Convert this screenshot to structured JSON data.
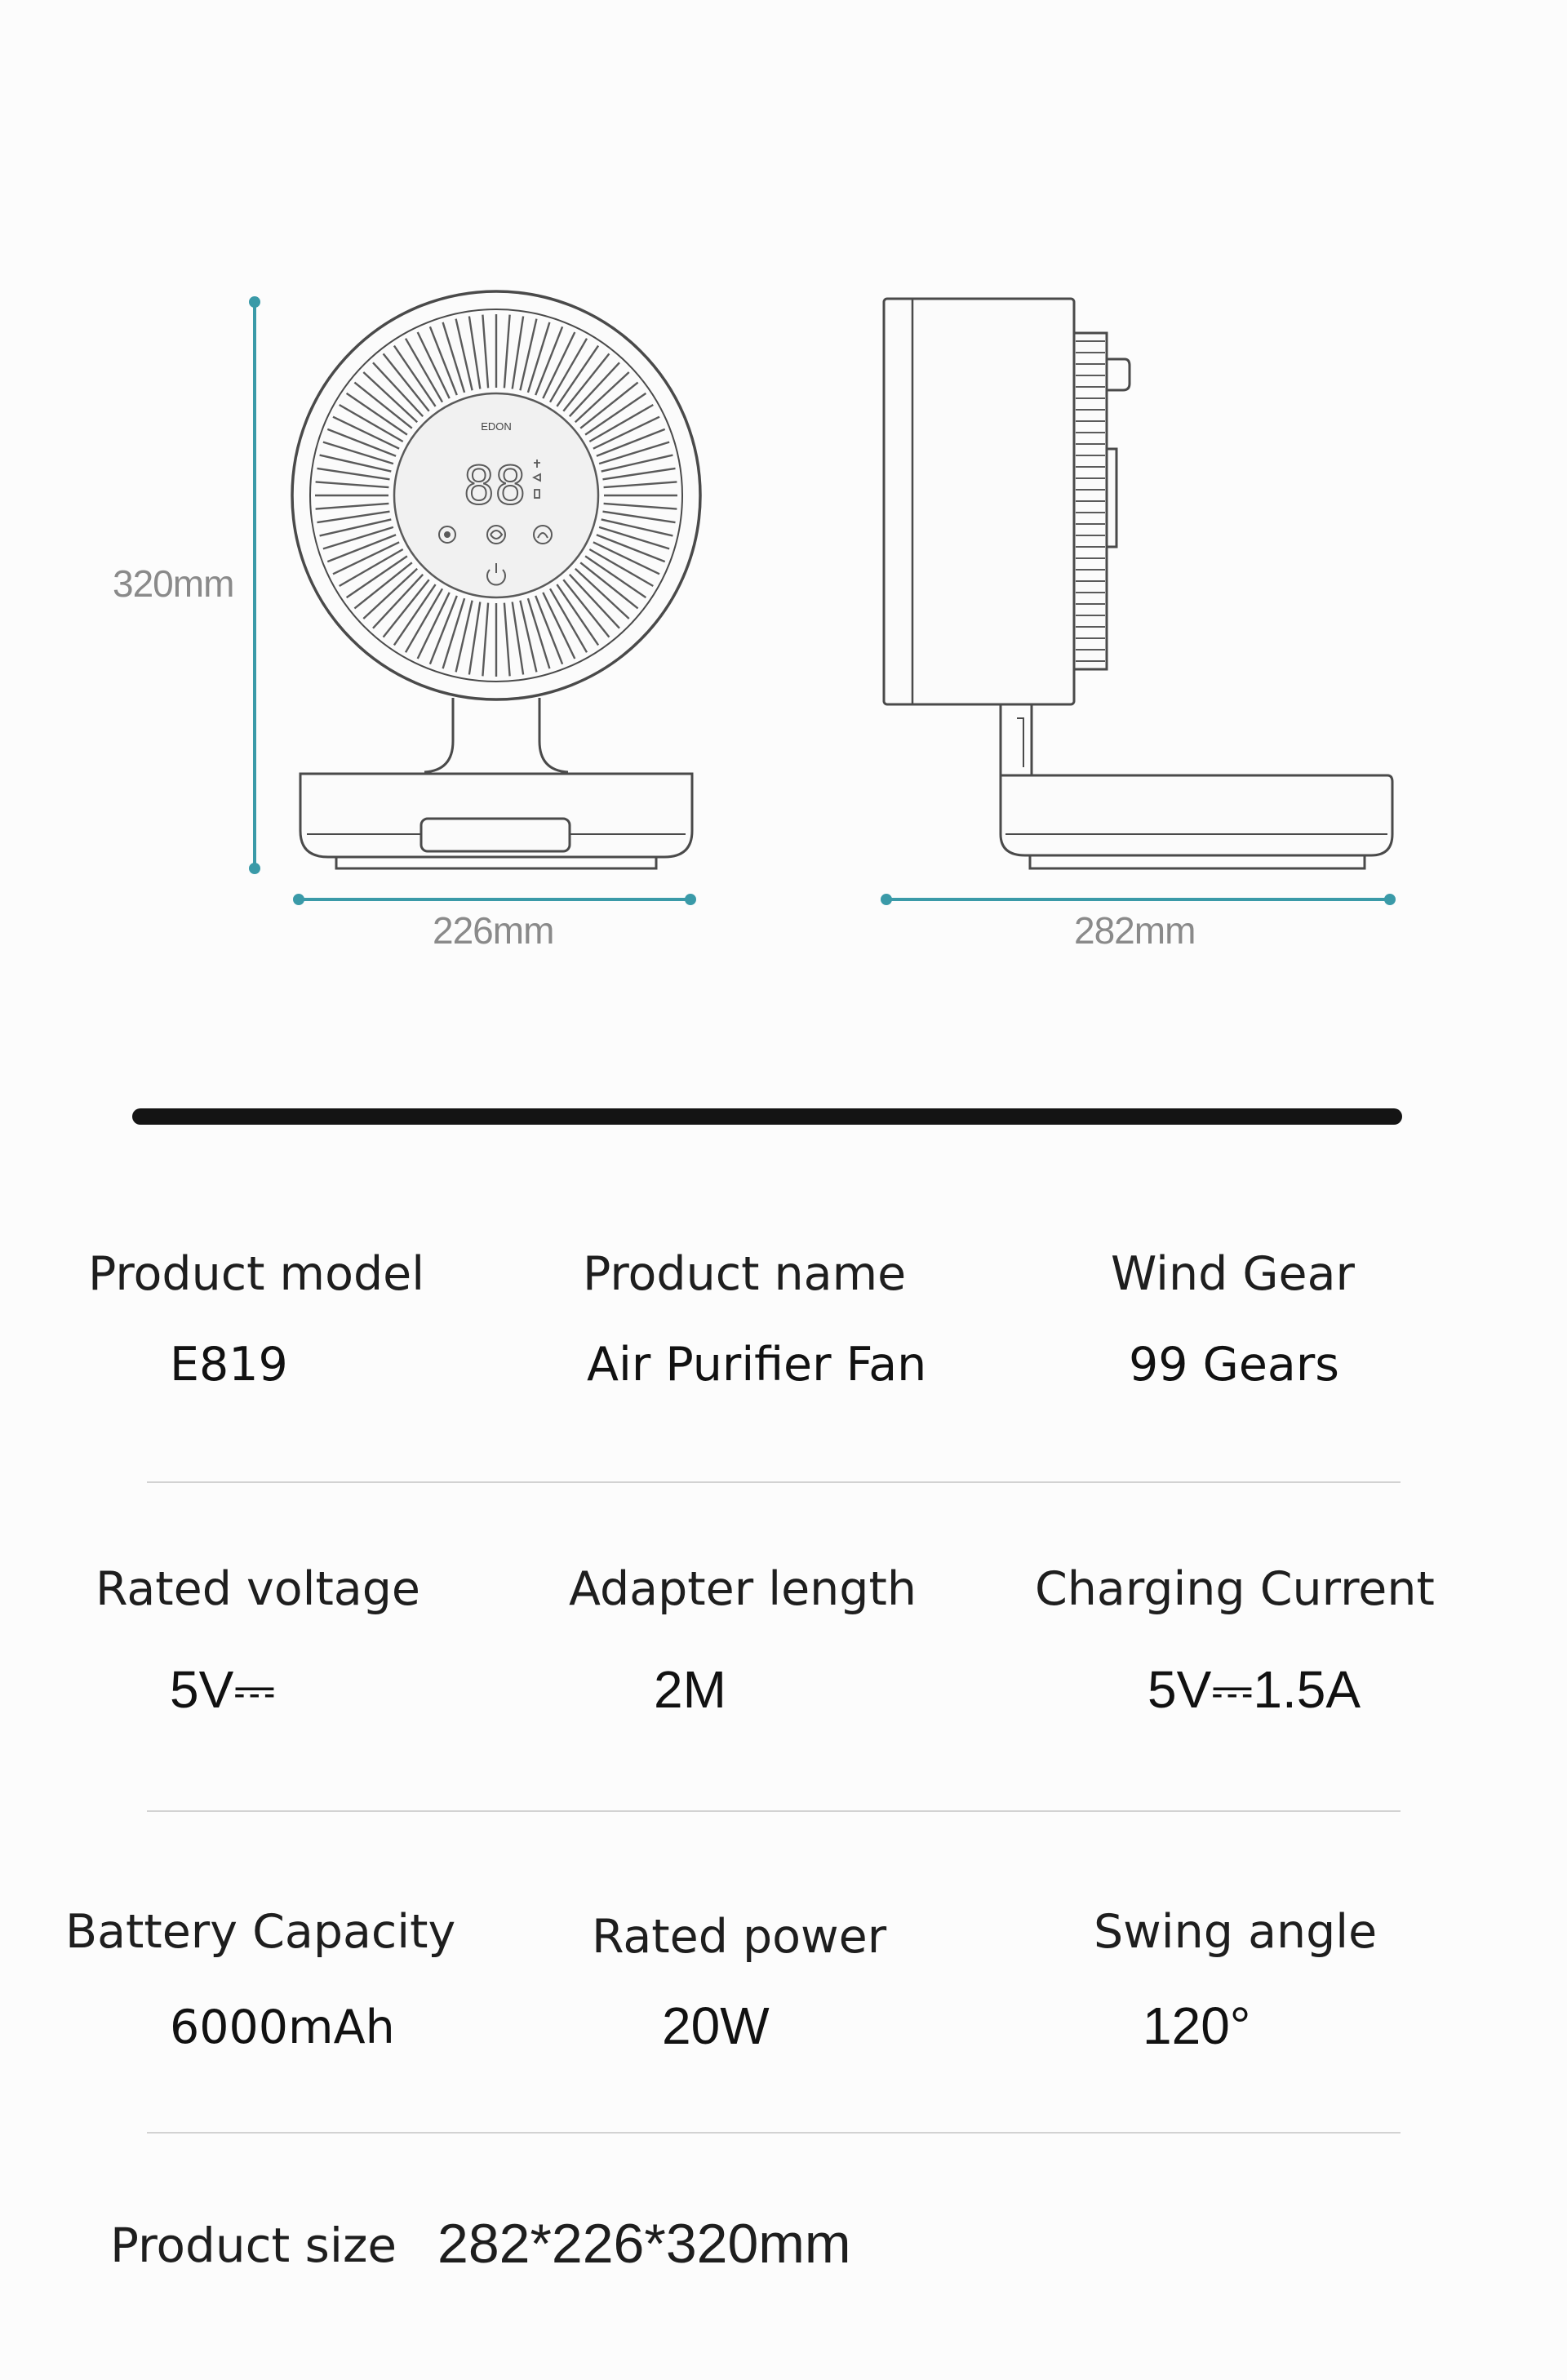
{
  "diagram": {
    "brand": "EDON",
    "display": "88",
    "height_label": "320mm",
    "front_width_label": "226mm",
    "side_width_label": "282mm",
    "accent_color": "#3a9aa8"
  },
  "specs": {
    "row1": [
      {
        "label": "Product model",
        "value": "E819"
      },
      {
        "label": "Product name",
        "value": "Air Purifier Fan"
      },
      {
        "label": "Wind Gear",
        "value": "99 Gears"
      }
    ],
    "row2": [
      {
        "label": "Rated voltage",
        "value": "5V⎓"
      },
      {
        "label": "Adapter length",
        "value": "2M"
      },
      {
        "label": "Charging Current",
        "value": "5V⎓1.5A"
      }
    ],
    "row3": [
      {
        "label": "Battery Capacity",
        "value": "6000mAh"
      },
      {
        "label": "Rated power",
        "value": "20W"
      },
      {
        "label": "Swing angle",
        "value": "120°"
      }
    ],
    "size": {
      "label": "Product size",
      "value": "282*226*320mm"
    }
  }
}
